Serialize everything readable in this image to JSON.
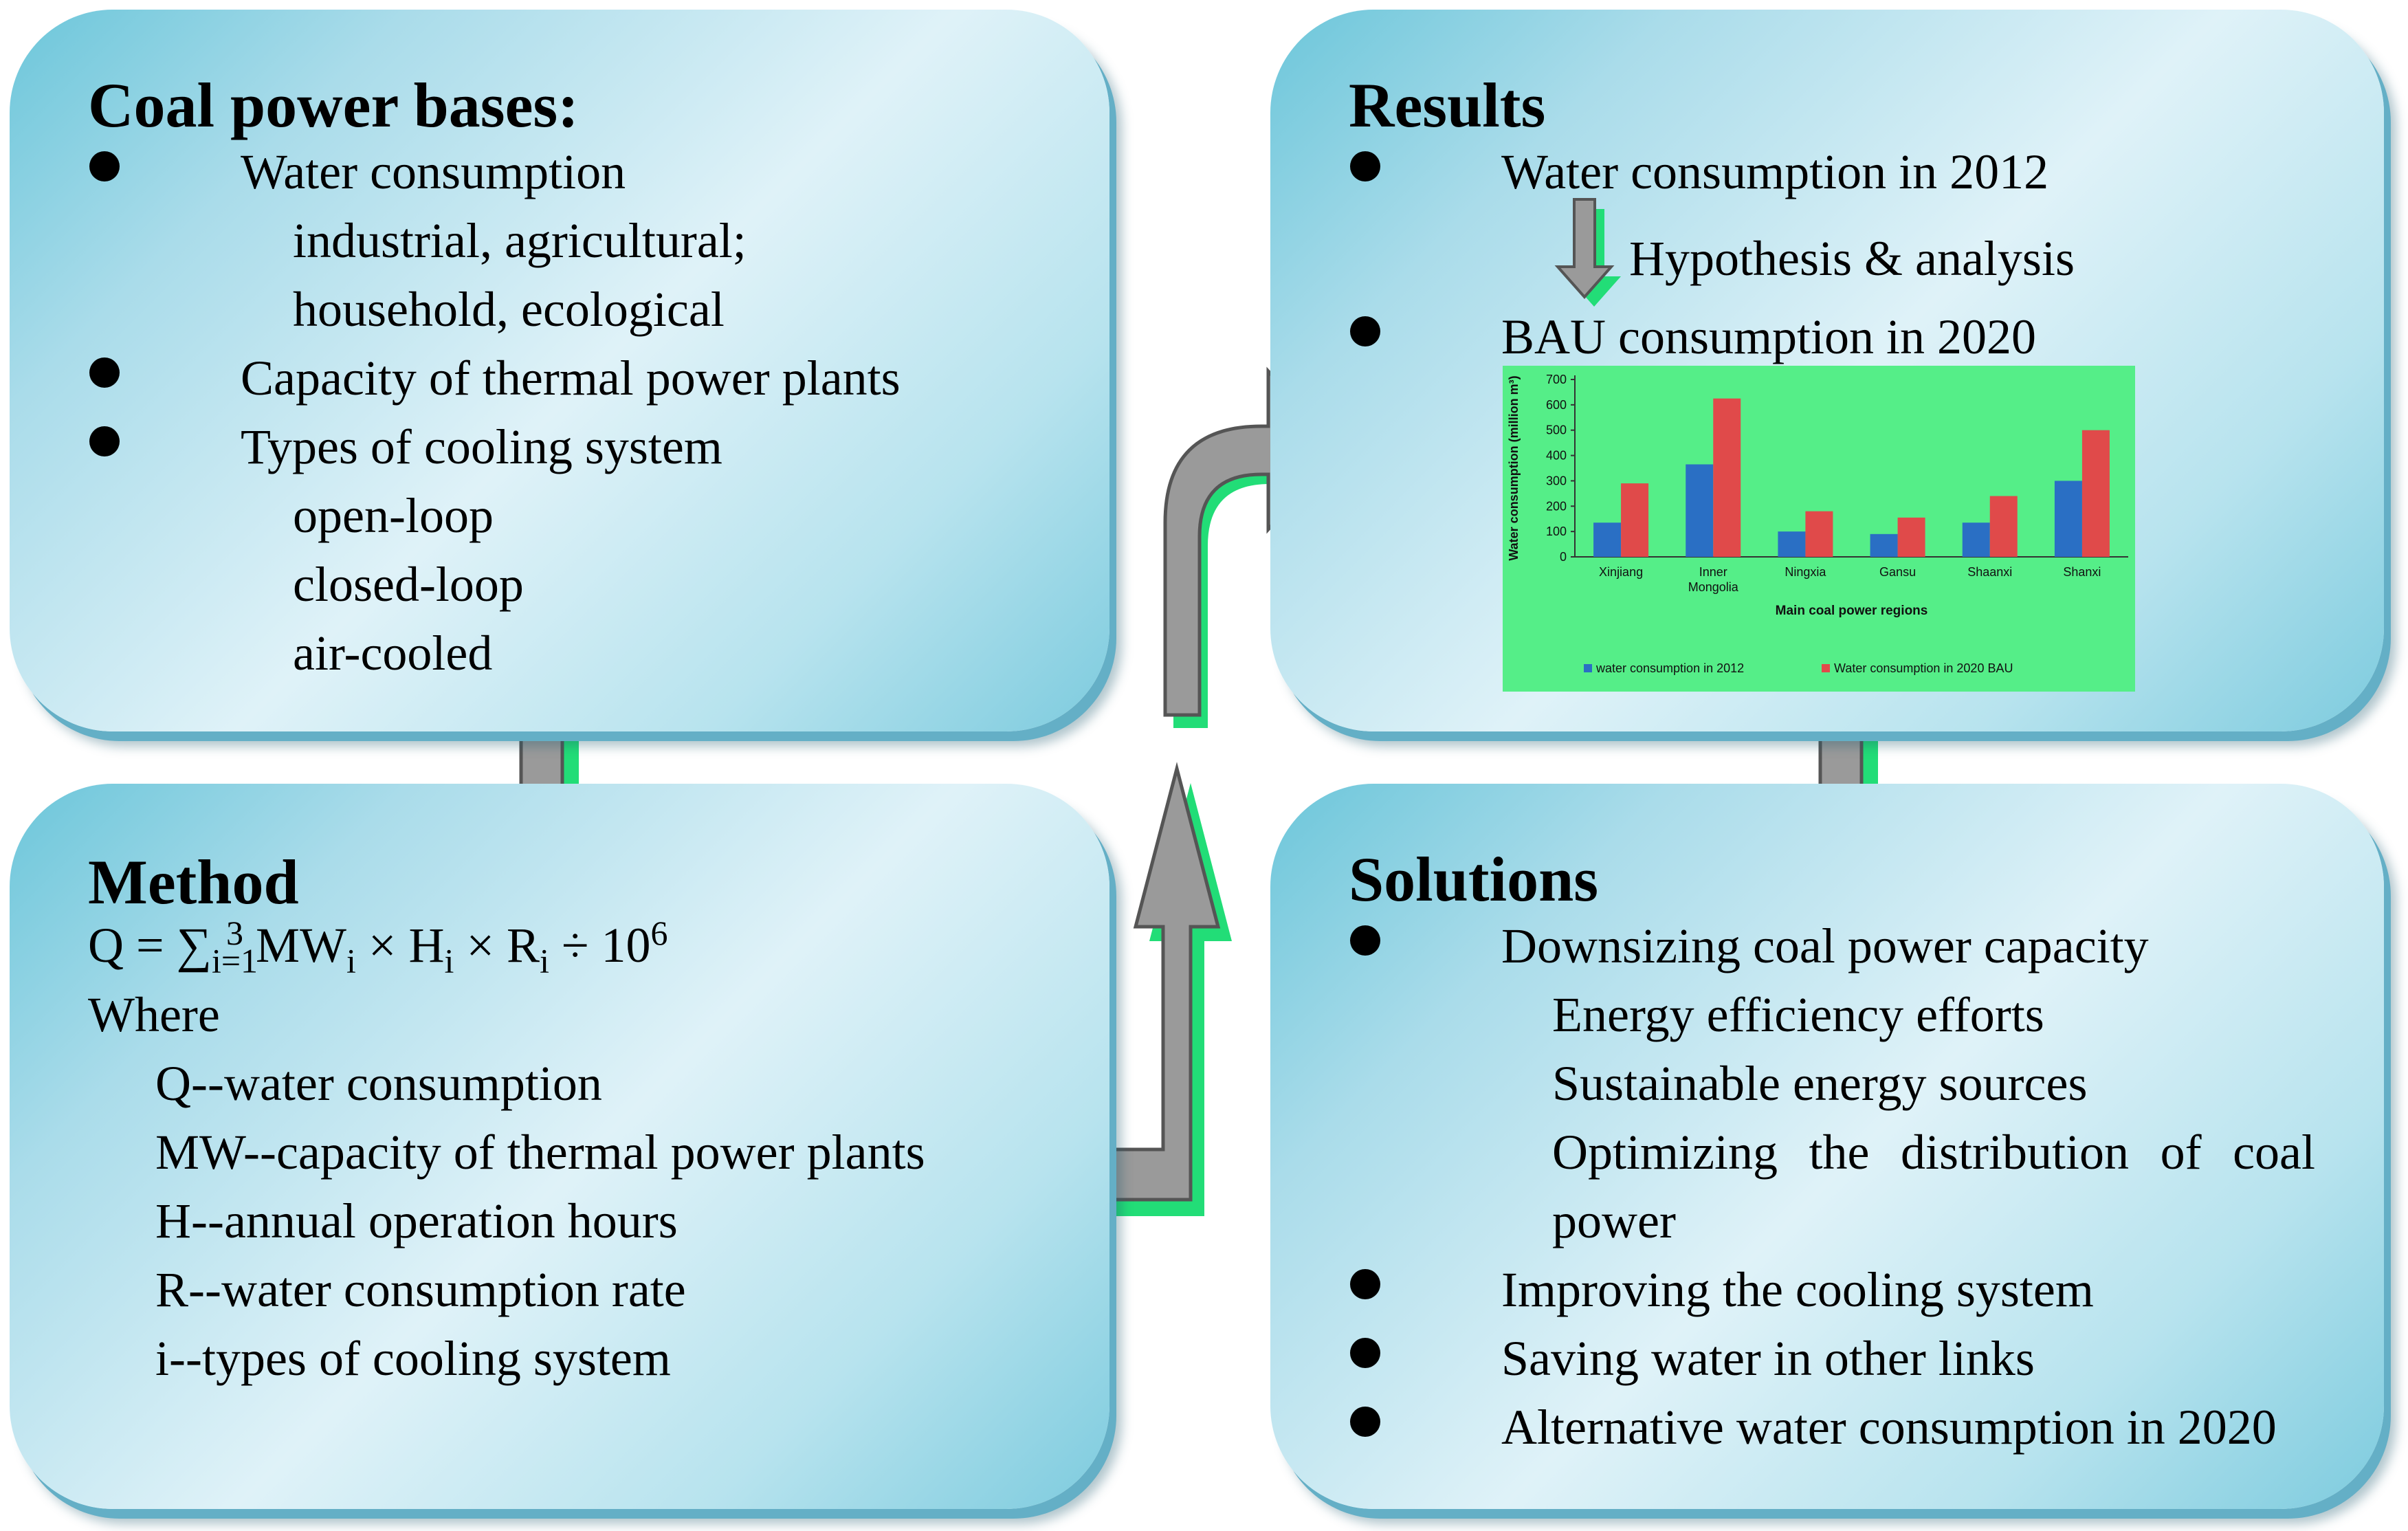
{
  "colors": {
    "panel_light": "#dff2f8",
    "panel_dark": "#6cc6da",
    "arrow_gray": "#9a9a9a",
    "arrow_green": "#22dd77",
    "chart_bg": "#55ee88",
    "bar_2012": "#2a6fc4",
    "bar_2020": "#e04a4a"
  },
  "coal": {
    "title": "Coal power bases:",
    "b1": "Water consumption",
    "b1_sub1": "industrial, agricultural;",
    "b1_sub2": "household, ecological",
    "b2": "Capacity of thermal power plants",
    "b3": "Types of cooling system",
    "b3_sub1": "open-loop",
    "b3_sub2": "closed-loop",
    "b3_sub3": "air-cooled"
  },
  "method": {
    "title": "Method",
    "eq": {
      "lhs": "Q = ∑",
      "sub_i": "i=1",
      "sup_n": "3",
      "mw": " MW",
      "h": " × H",
      "r": " × R",
      "i": "i",
      "div": " ÷ 10",
      "exp": "6",
      "x": " ×"
    },
    "where": "Where",
    "l1": "Q--water consumption",
    "l2": "MW--capacity of thermal power plants",
    "l3": "H--annual operation hours",
    "l4": "R--water consumption rate",
    "l5": "i--types of cooling system"
  },
  "results": {
    "title": "Results",
    "b1": "Water consumption in 2012",
    "hyp": "Hypothesis & analysis",
    "b2": "BAU consumption in 2020"
  },
  "solutions": {
    "title": "Solutions",
    "b1": "Downsizing coal power capacity",
    "s1": "Energy efficiency efforts",
    "s2": "Sustainable energy sources",
    "s3_words": [
      "Optimizing",
      "the",
      "distribution",
      "of",
      "coal"
    ],
    "s3_cont": "power",
    "b2": "Improving the cooling system",
    "b3": "Saving water in other links",
    "b4": "Alternative water consumption in 2020"
  },
  "chart_data": {
    "type": "bar",
    "categories": [
      "Xinjiang",
      "Inner Mongolia",
      "Ningxia",
      "Gansu",
      "Shaanxi",
      "Shanxi"
    ],
    "category_lines": [
      [
        "Xinjiang"
      ],
      [
        "Inner",
        "Mongolia"
      ],
      [
        "Ningxia"
      ],
      [
        "Gansu"
      ],
      [
        "Shaanxi"
      ],
      [
        "Shanxi"
      ]
    ],
    "series": [
      {
        "name": "water consumption in 2012",
        "values": [
          135,
          365,
          100,
          90,
          135,
          300
        ]
      },
      {
        "name": "Water consumption in 2020 BAU",
        "values": [
          290,
          625,
          180,
          155,
          240,
          500
        ]
      }
    ],
    "xlabel": "Main coal power regions",
    "ylabel": "Water consumption (million m³)",
    "ylim": [
      0,
      700
    ],
    "yticks": [
      0,
      100,
      200,
      300,
      400,
      500,
      600,
      700
    ],
    "grid": false,
    "legend": "bottom"
  }
}
